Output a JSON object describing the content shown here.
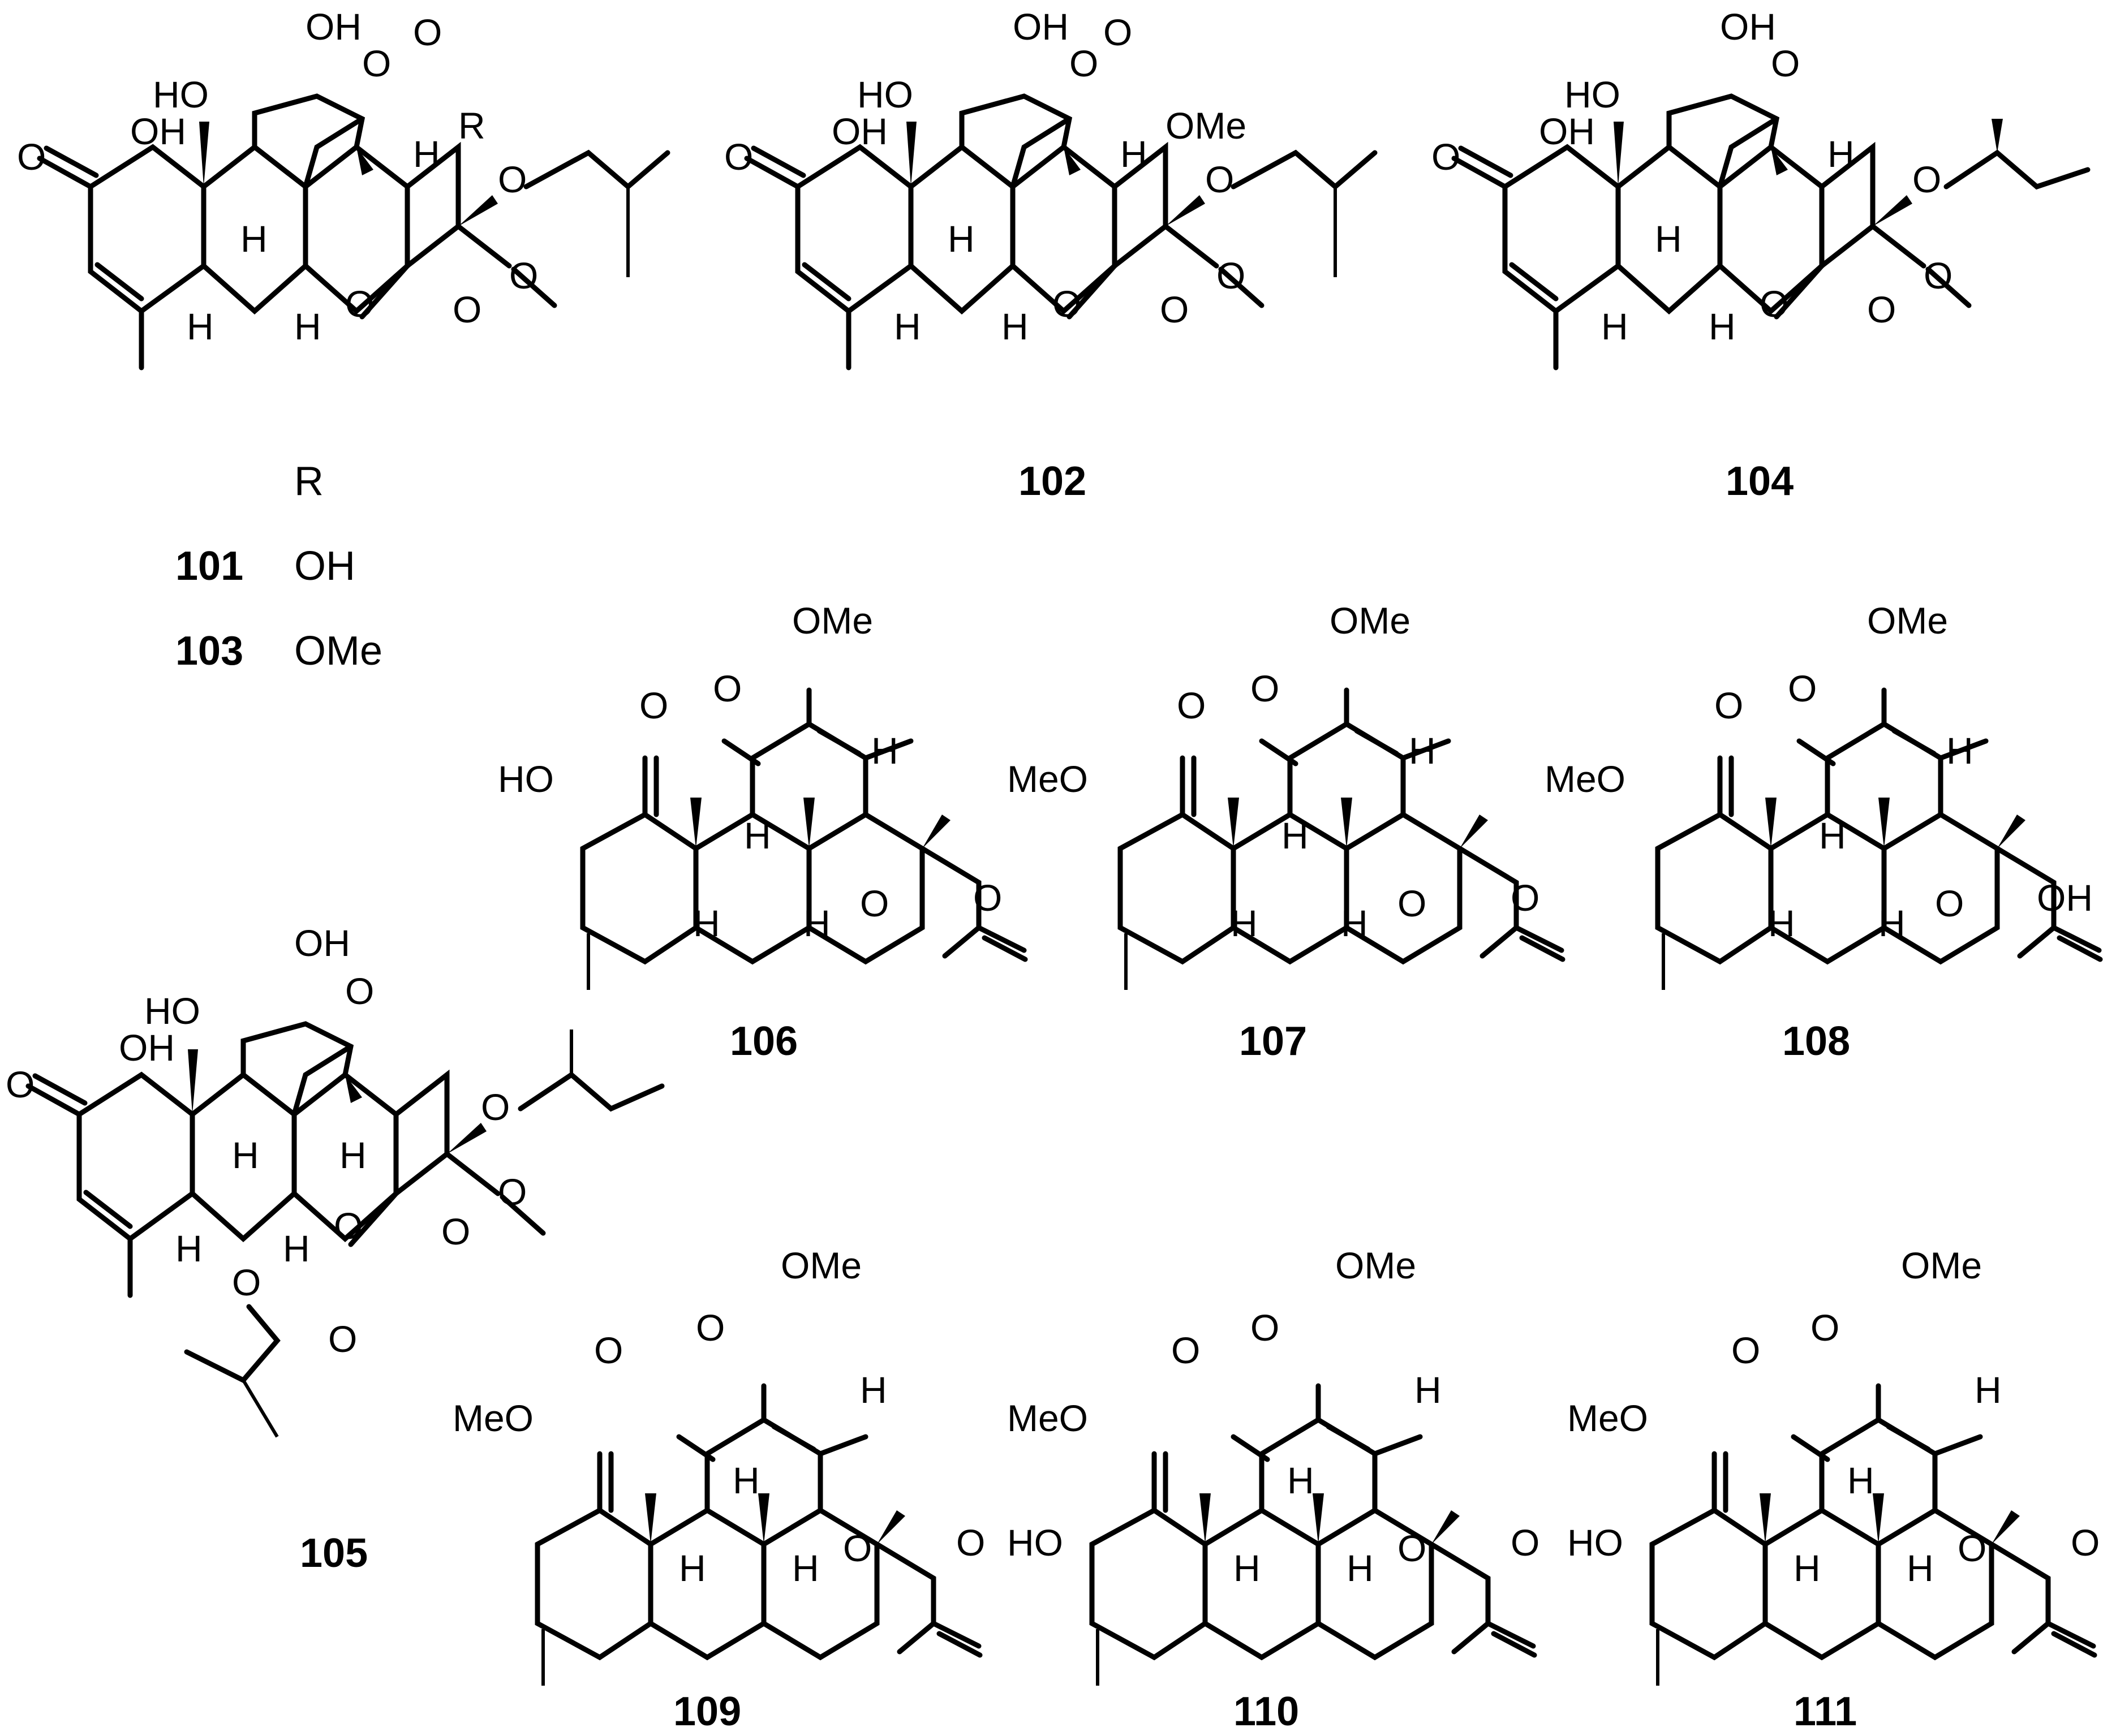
{
  "atoms": {
    "OH": "OH",
    "HO": "HO",
    "O": "O",
    "H": "H",
    "R": "R",
    "OMe": "OMe",
    "MeO": "MeO"
  },
  "r_table": {
    "header": "R",
    "rows": [
      {
        "compound": "101",
        "r": "OH"
      },
      {
        "compound": "103",
        "r": "OMe"
      }
    ]
  },
  "compound_labels": {
    "c102": "102",
    "c104": "104",
    "c105": "105",
    "c106": "106",
    "c107": "107",
    "c108": "108",
    "c109": "109",
    "c110": "110",
    "c111": "111"
  }
}
